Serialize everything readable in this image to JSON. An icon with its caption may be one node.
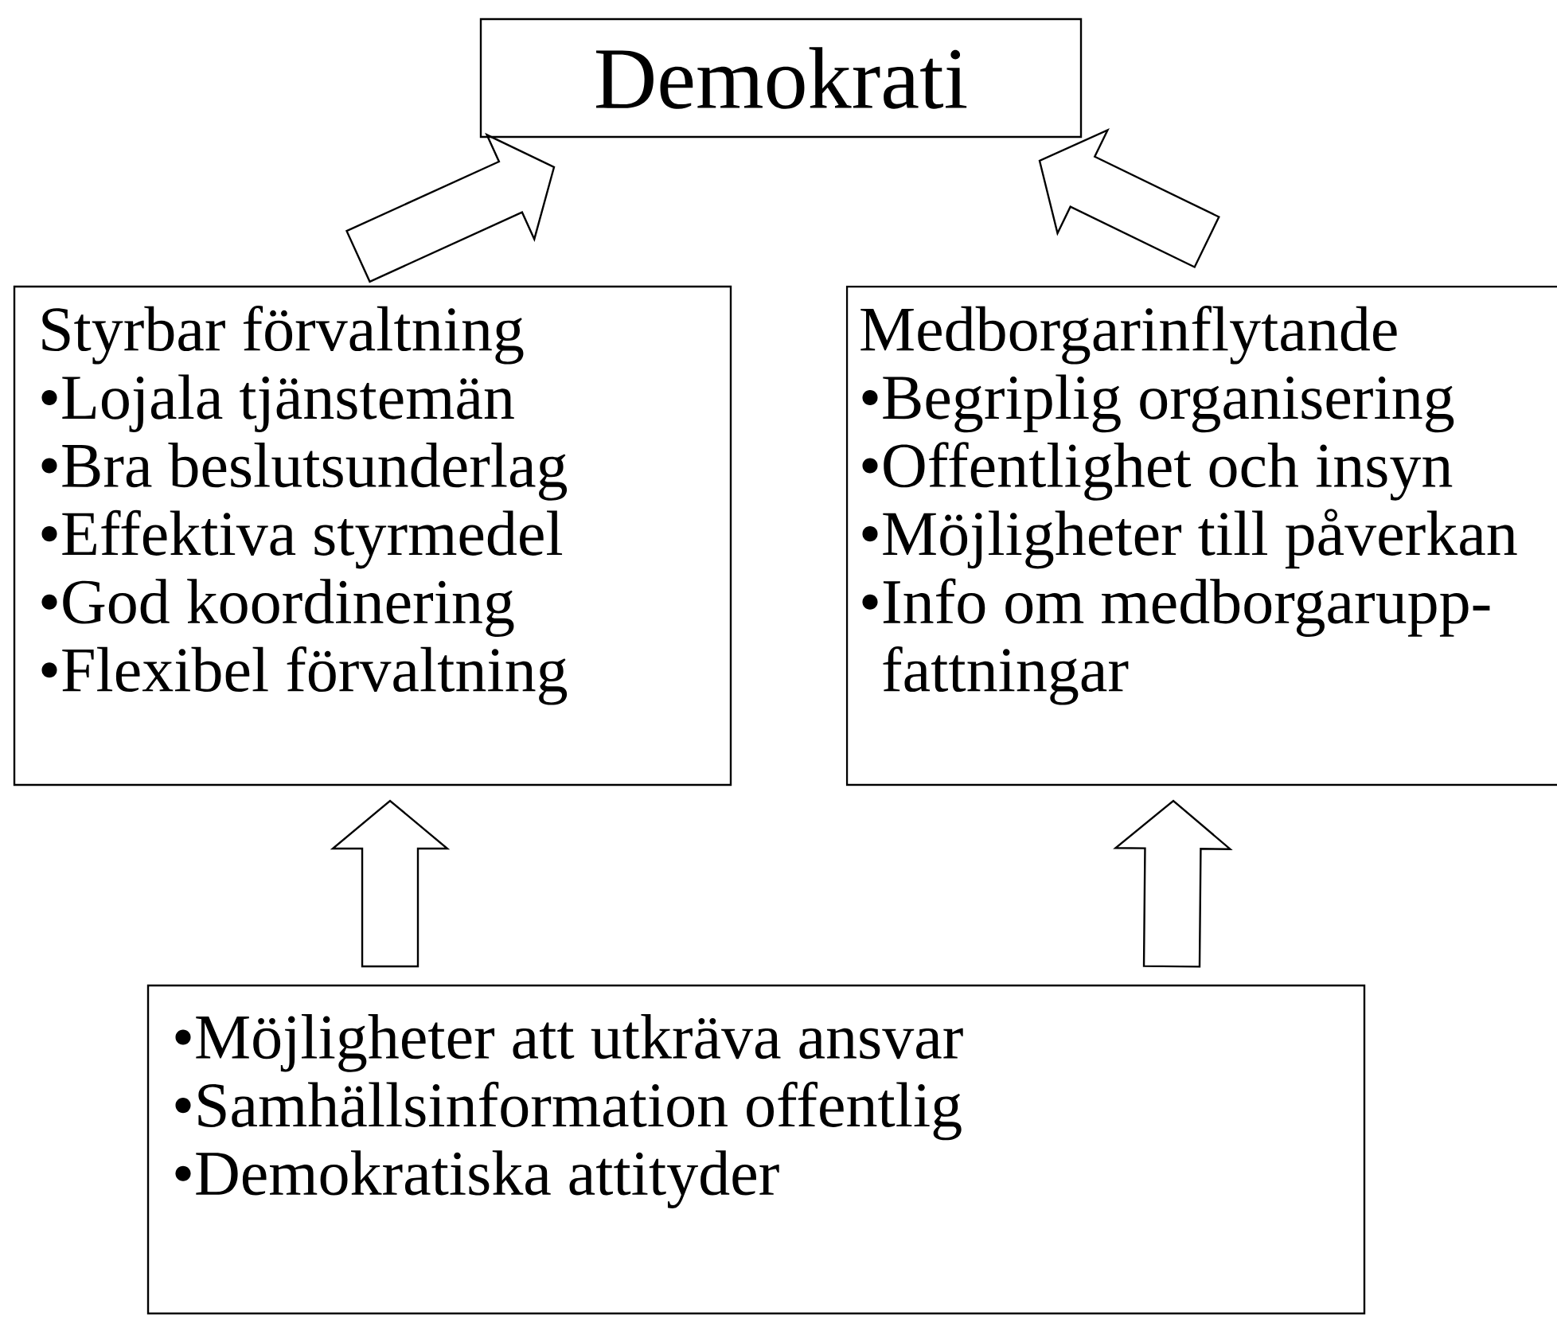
{
  "diagram": {
    "nodes": [
      {
        "text": [
          "Demokrati"
        ]
      },
      {
        "text": [
          "Styrbar förvaltning",
          "•Lojala tjänstemän",
          "•Bra beslutsunderlag",
          "•Effektiva styrmedel",
          "•God koordinering",
          "•Flexibel förvaltning"
        ]
      },
      {
        "text": [
          "Medborgarinflytande",
          "•Begriplig organisering",
          "•Offentlighet och insyn",
          "•Möjligheter till påverkan",
          "•Info om medborgarupp- fattningar"
        ]
      },
      {
        "text": [
          "•Möjligheter att utkräva ansvar",
          "•Samhällsinformation offentlig",
          "•Demokratiska attityder"
        ]
      }
    ],
    "edges": [
      {
        "from": 1,
        "to": 0,
        "arrow": "to"
      },
      {
        "from": 2,
        "to": 0,
        "arrow": "to"
      },
      {
        "from": 3,
        "to": 1,
        "arrow": "to"
      },
      {
        "from": 3,
        "to": 2,
        "arrow": "to"
      }
    ]
  }
}
